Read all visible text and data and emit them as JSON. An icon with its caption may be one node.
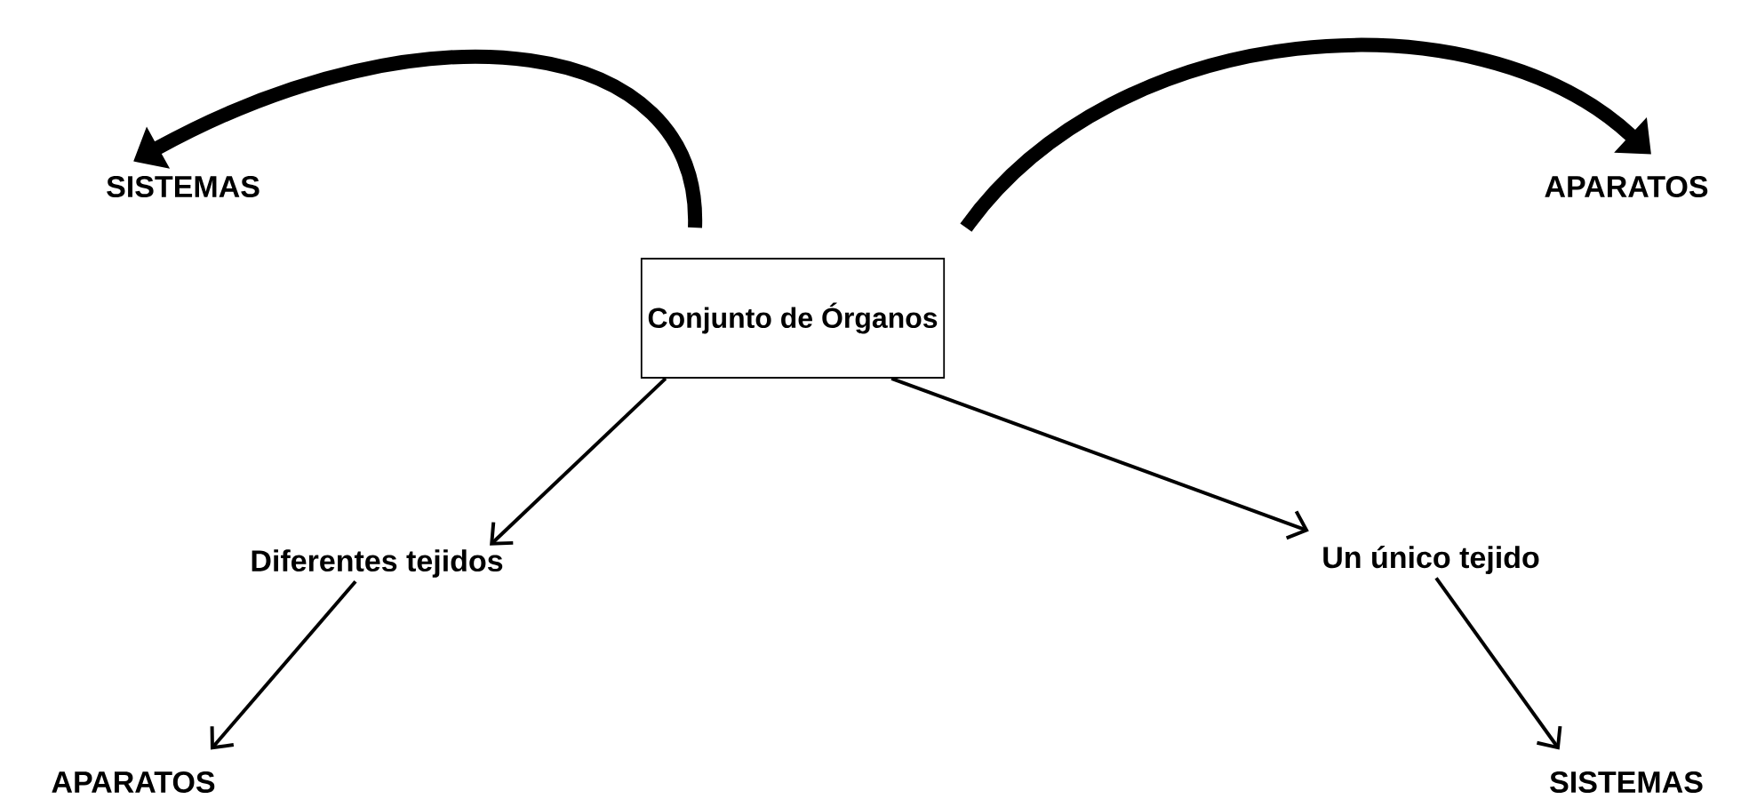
{
  "diagram": {
    "nodes": [
      {
        "text": [
          "Conjunto de Órganos"
        ]
      },
      {
        "text": [
          "SISTEMAS"
        ]
      },
      {
        "text": [
          "APARATOS"
        ]
      },
      {
        "text": [
          "Diferentes tejidos"
        ]
      },
      {
        "text": [
          "Un único tejido"
        ]
      },
      {
        "text": [
          "APARATOS"
        ]
      },
      {
        "text": [
          "SISTEMAS"
        ]
      }
    ],
    "edges": [
      {
        "from": 0,
        "to": 1,
        "arrow": "to",
        "style": "thick"
      },
      {
        "from": 0,
        "to": 2,
        "arrow": "to",
        "style": "thick"
      },
      {
        "from": 0,
        "to": 3,
        "arrow": "to"
      },
      {
        "from": 0,
        "to": 4,
        "arrow": "to"
      },
      {
        "from": 3,
        "to": 5,
        "arrow": "to"
      },
      {
        "from": 4,
        "to": 6,
        "arrow": "to"
      }
    ]
  }
}
